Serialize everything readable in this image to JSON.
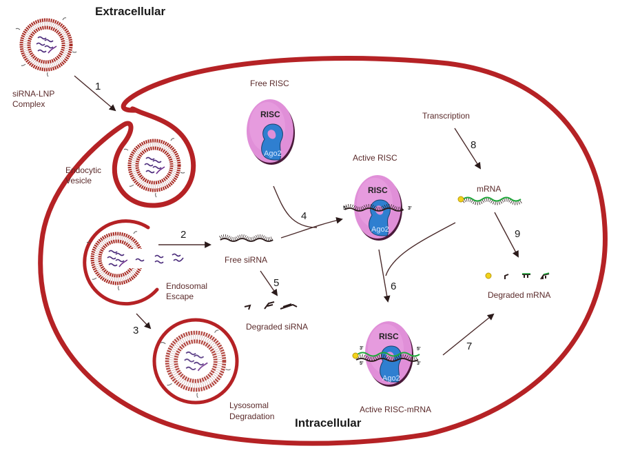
{
  "title_extracellular": "Extracellular",
  "title_intracellular": "Intracellular",
  "colors": {
    "membrane": "#b52225",
    "lipid": "#a62a22",
    "risc_body": "#e08fd8",
    "ago2": "#2f7fd0",
    "sirna": "#5a2a6a",
    "mrna": "#1fa83a",
    "cap": "#f2d21b",
    "arrow": "#4a2a2a"
  },
  "labels": {
    "sirna_lnp": [
      "siRNA-LNP",
      "Complex"
    ],
    "endocytic_vesicle": [
      "Endocytic",
      "Vesicle"
    ],
    "endosomal_escape": [
      "Endosomal",
      "Escape"
    ],
    "lysosomal_degradation": [
      "Lysosomal",
      "Degradation"
    ],
    "free_risc": "Free RISC",
    "active_risc": "Active RISC",
    "free_sirna": "Free siRNA",
    "degraded_sirna": "Degraded siRNA",
    "transcription": "Transcription",
    "mrna": "mRNA",
    "degraded_mrna": "Degraded mRNA",
    "active_risc_mrna": "Active RISC-mRNA"
  },
  "risc": {
    "title": "RISC",
    "protein": "Ago2",
    "five_prime": "5'",
    "three_prime": "3'"
  },
  "steps": [
    "1",
    "2",
    "3",
    "4",
    "5",
    "6",
    "7",
    "8",
    "9"
  ]
}
